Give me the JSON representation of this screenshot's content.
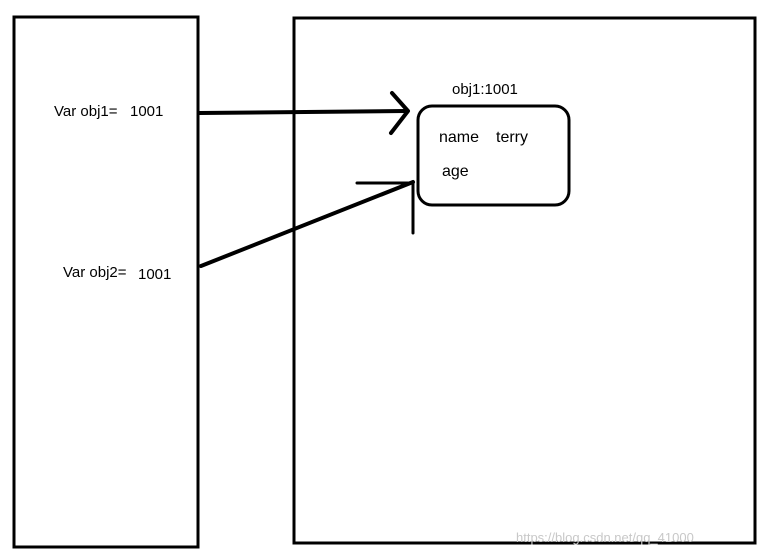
{
  "stack": {
    "var1": {
      "label": "Var obj1=",
      "value": "1001"
    },
    "var2": {
      "label": "Var obj2=",
      "value": "1001"
    }
  },
  "heap": {
    "object": {
      "title": "obj1:1001",
      "props": [
        {
          "key": "name",
          "value": "terry"
        },
        {
          "key": "age",
          "value": ""
        }
      ]
    }
  },
  "watermark": "https://blog.csdn.net/qq_41000"
}
